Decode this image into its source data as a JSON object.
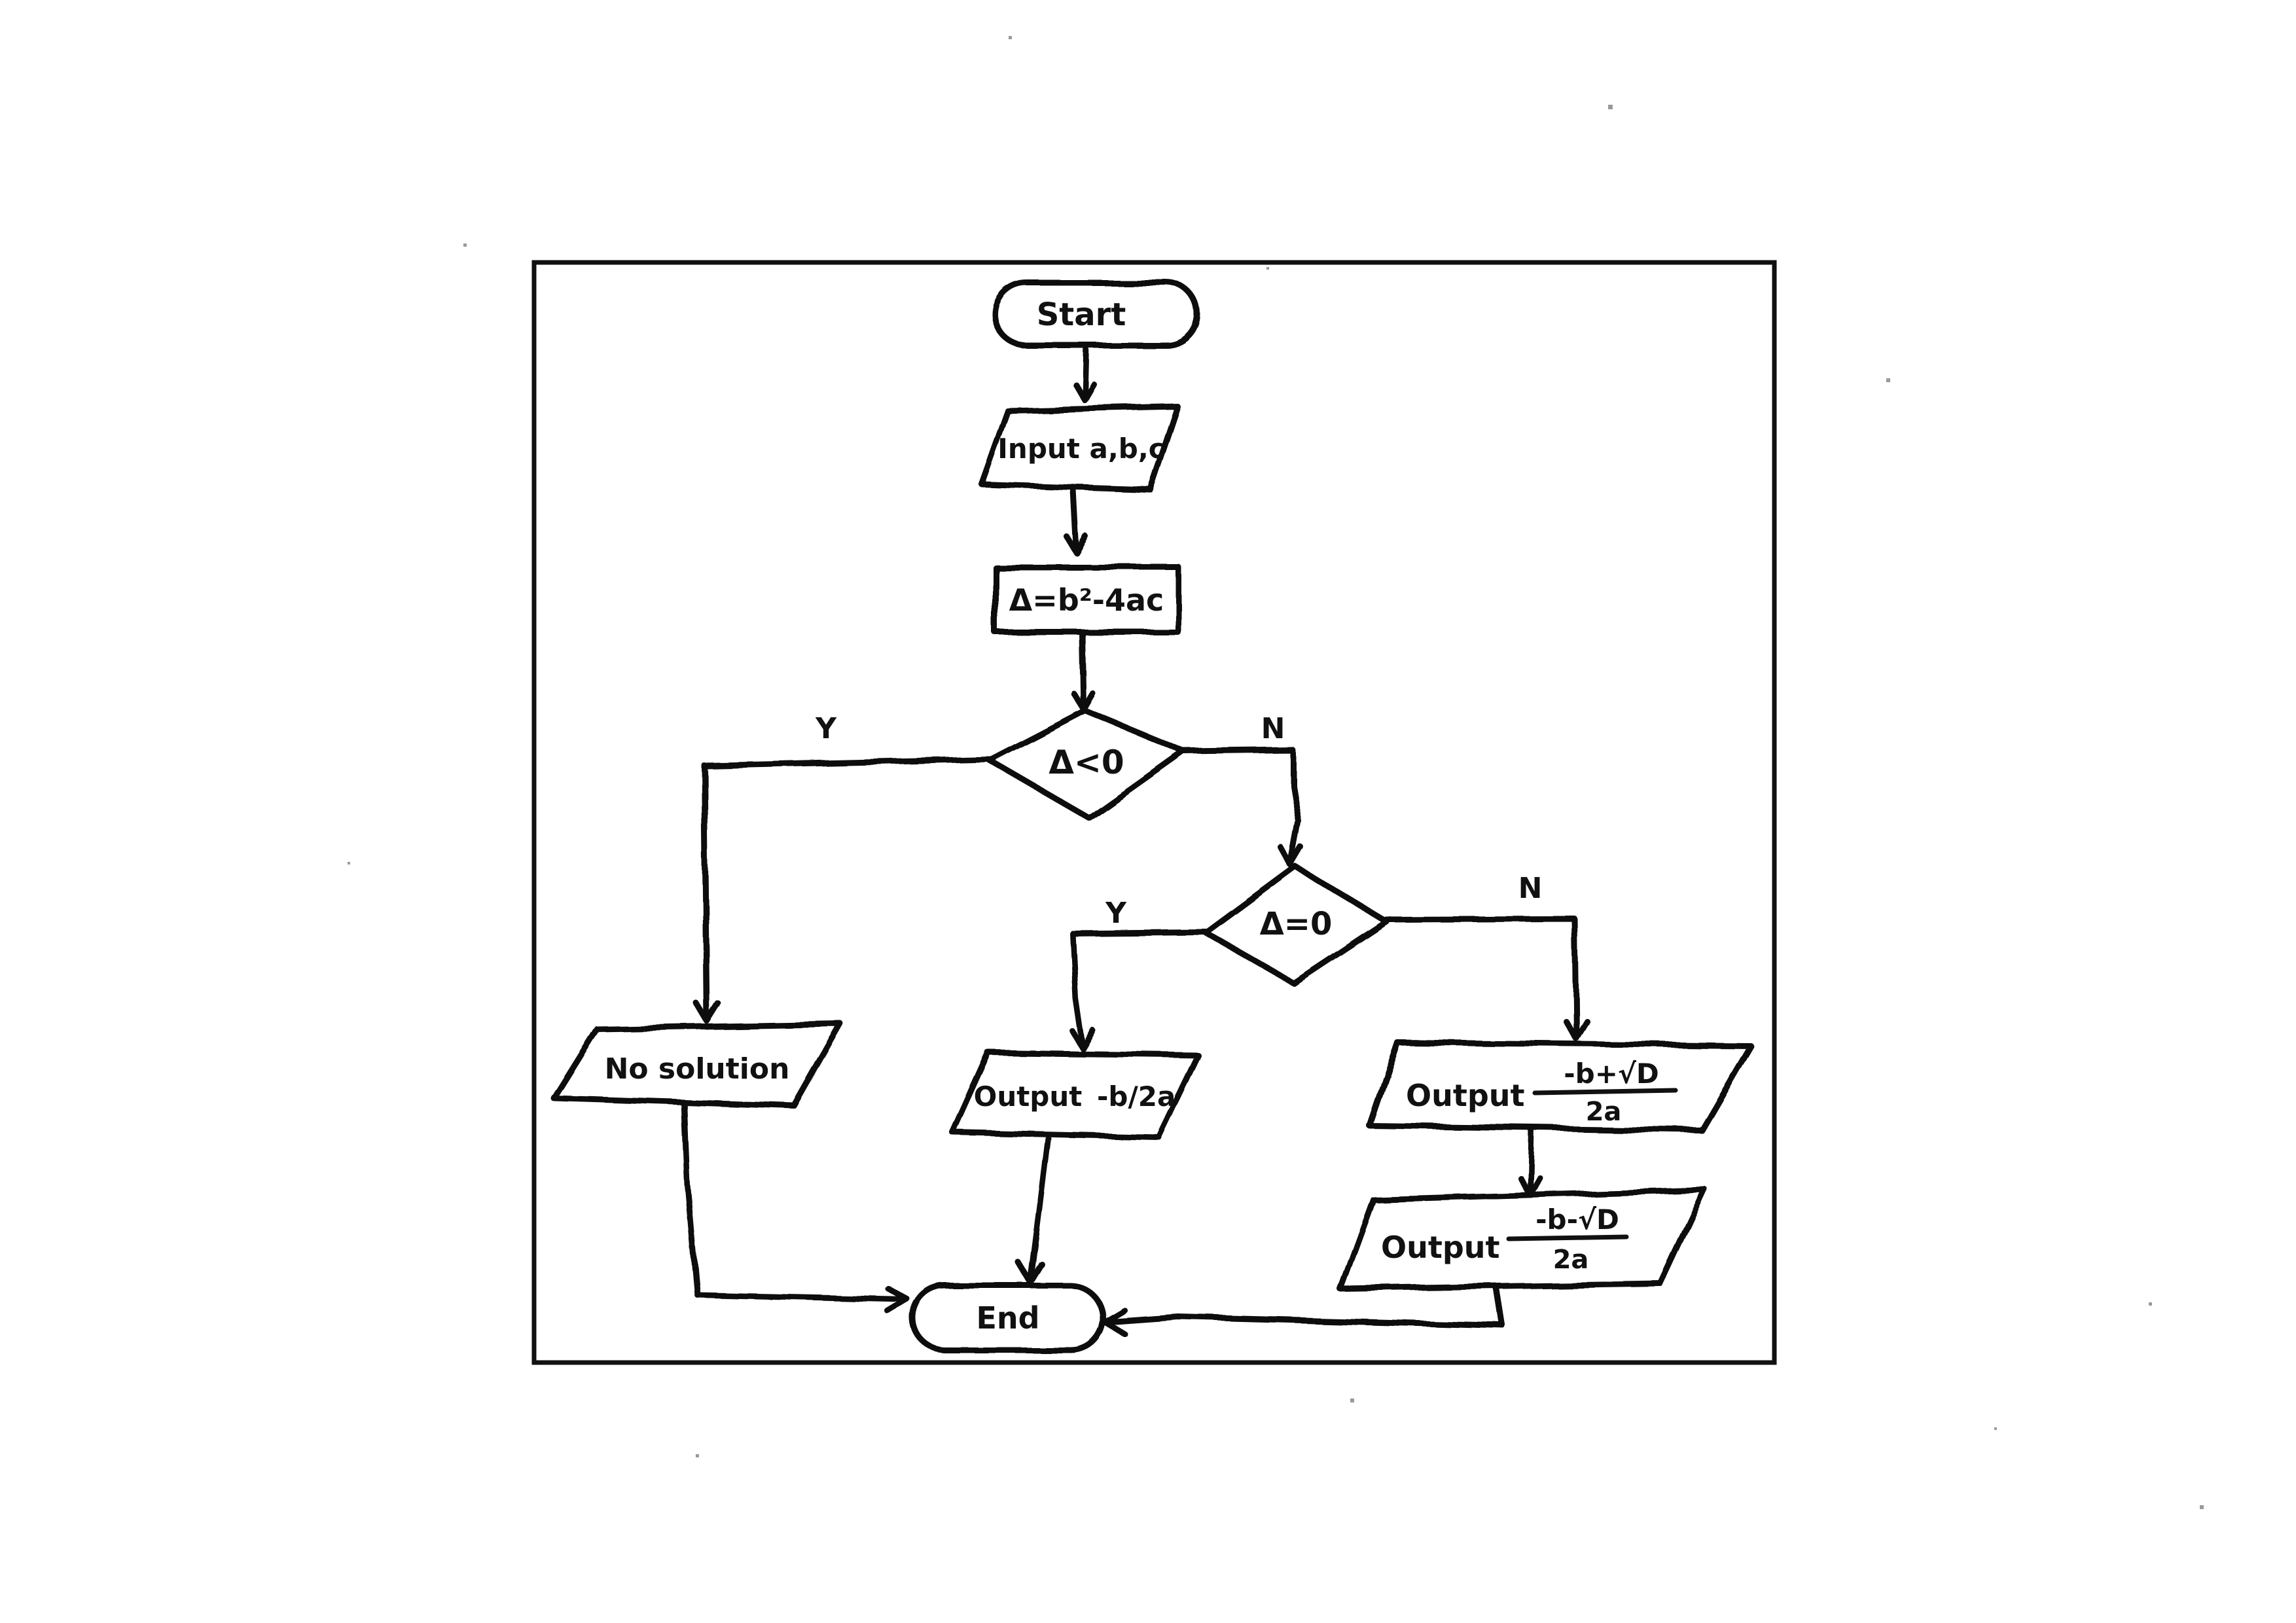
{
  "nodes": {
    "start": "Start",
    "input": "Input a,b,c",
    "compute": "Δ=b²-4ac",
    "decision_negative": "Δ<0",
    "decision_zero": "Δ=0",
    "no_solution": "No solution",
    "output_single": {
      "prefix": "Output",
      "value": "-b/2a"
    },
    "output_plus": {
      "prefix": "Output",
      "numerator": "-b+√D",
      "denominator": "2a"
    },
    "output_minus": {
      "prefix": "Output",
      "numerator": "-b-√D",
      "denominator": "2a"
    },
    "end": "End"
  },
  "branch_labels": {
    "negative_yes": "Y",
    "negative_no": "N",
    "zero_yes": "Y",
    "zero_no": "N"
  },
  "colors": {
    "ink": "#111111",
    "paper": "#ffffff"
  }
}
